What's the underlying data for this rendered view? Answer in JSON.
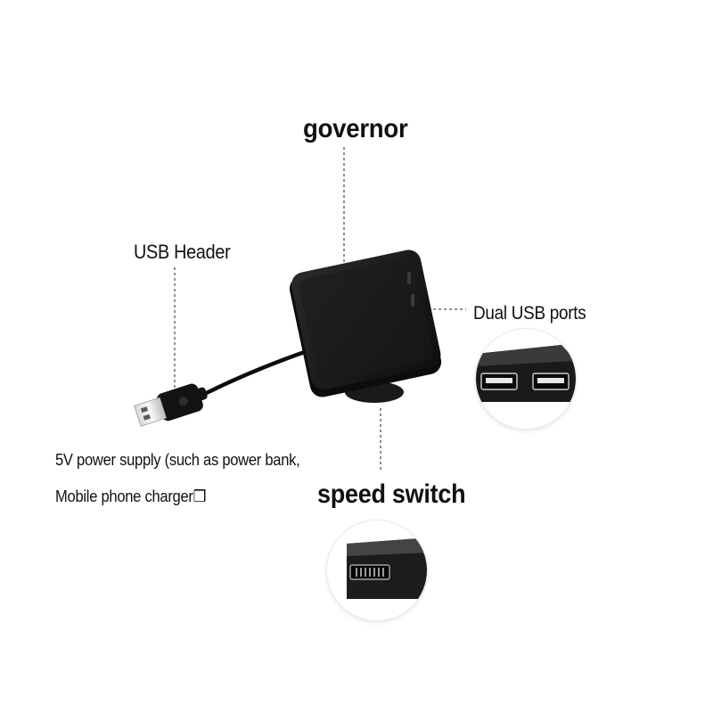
{
  "labels": {
    "governor": "governor",
    "usb_header": "USB Header",
    "dual_usb_ports": "Dual USB ports",
    "power_line_1": "5V power supply (such as power bank,",
    "power_line_2": "Mobile phone charger❒",
    "speed_switch": "speed switch"
  },
  "colors": {
    "device_body": "#161616",
    "leader_line": "#555555",
    "usb_port_inner": "#f2f2f2",
    "background": "#ffffff"
  },
  "icons": {
    "device": "usb-controller-box",
    "plug": "usb-a-plug",
    "ports_inset": "dual-usb-ports-closeup",
    "switch_inset": "speed-switch-closeup"
  }
}
